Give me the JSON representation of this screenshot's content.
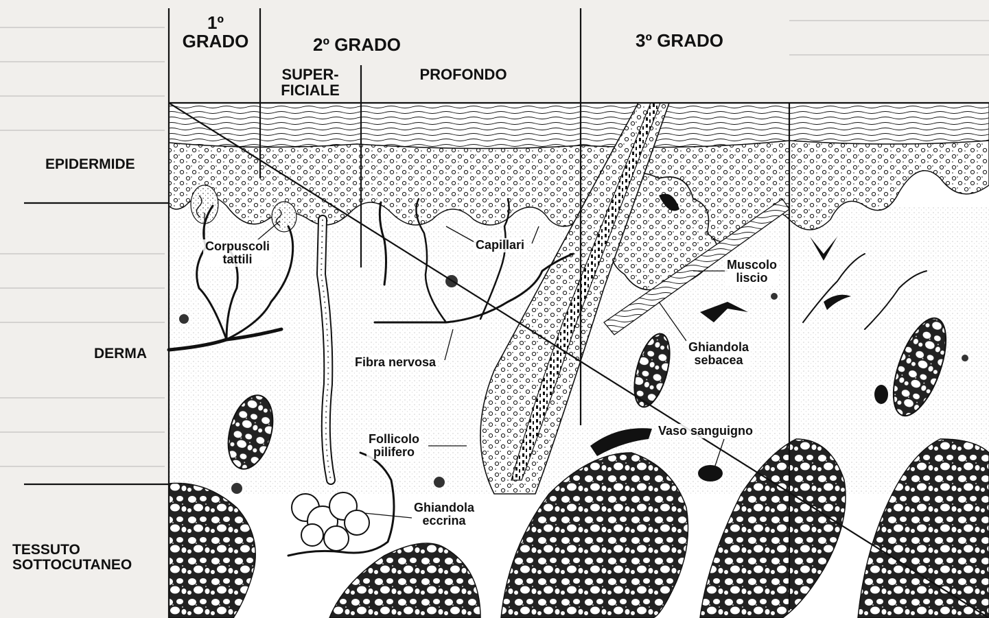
{
  "headers": {
    "grade1_line1": "1º",
    "grade1_line2": "GRADO",
    "grade2": "2º GRADO",
    "grade3": "3º GRADO",
    "superficiale_line1": "SUPER-",
    "superficiale_line2": "FICIALE",
    "profondo": "PROFONDO"
  },
  "layers": {
    "epidermide": "EPIDERMIDE",
    "derma": "DERMA",
    "tessuto_line1": "TESSUTO",
    "tessuto_line2": "SOTTOCUTANEO"
  },
  "annotations": {
    "corpuscoli_line1": "Corpuscoli",
    "corpuscoli_line2": "tattili",
    "capillari": "Capillari",
    "muscolo_line1": "Muscolo",
    "muscolo_line2": "liscio",
    "ghiandola_seb_line1": "Ghiandola",
    "ghiandola_seb_line2": "sebacea",
    "fibra": "Fibra nervosa",
    "vaso": "Vaso sanguigno",
    "follicolo_line1": "Follicolo",
    "follicolo_line2": "pilifero",
    "ghiandola_ecc_line1": "Ghiandola",
    "ghiandola_ecc_line2": "eccrina"
  },
  "colors": {
    "ink": "#111111",
    "paper": "#f1efec",
    "tissue": "#ffffff"
  }
}
